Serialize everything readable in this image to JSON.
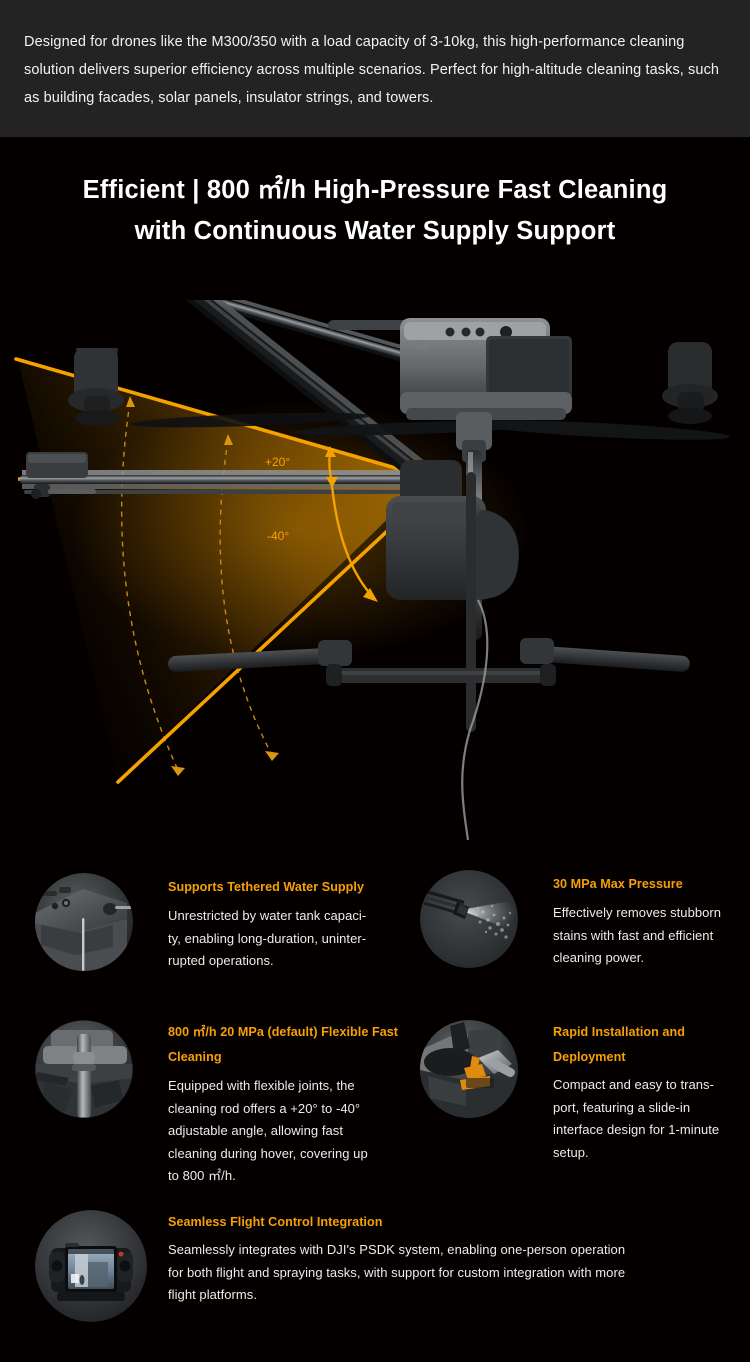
{
  "intro": {
    "paragraph": "Designed for drones like the M300/350 with a load capacity of 3-10kg, this high-performance cleaning solution delivers superior efficiency across multiple scenarios. Perfect for high-altitude cleaning tasks, such as building facades, solar panels, insulator strings, and towers."
  },
  "headline": {
    "line1": "Efficient | 800 ㎡/h High-Pressure Fast Cleaning",
    "line2": "with Continuous Water Supply Support"
  },
  "hero": {
    "alt": "DJI M300/350 drone with high-pressure cleaning rod payload",
    "angle_up_label": "+20°",
    "angle_down_label": "-40°",
    "accent_color": "#f5a200",
    "dotted_reference_color": "#f0a000"
  },
  "features": [
    {
      "id": "tethered-water-supply",
      "icon": "water-inlet-port-photo",
      "title": "Supports Tethered Water Supply",
      "body": "Unrestricted by water tank capaci-\nty, enabling long-duration, uninter-\nrupted operations."
    },
    {
      "id": "max-pressure",
      "icon": "spray-nozzle-photo",
      "title": "30 MPa Max Pressure",
      "body": "Effectively removes stubborn\nstains with fast and efficient\ncleaning power."
    },
    {
      "id": "flexible-fast-cleaning",
      "icon": "flexible-joint-photo",
      "title": "800 ㎡/h 20 MPa (default) Flexible Fast Cleaning",
      "body": "Equipped with flexible joints, the\ncleaning rod offers a +20° to -40°\nadjustable angle, allowing fast\ncleaning during hover, covering up\nto 800 ㎡/h."
    },
    {
      "id": "rapid-installation",
      "icon": "quick-release-latch-photo",
      "title": "Rapid Installation and Deployment",
      "body": "Compact and easy to trans-\nport, featuring a slide-in\ninterface design for 1-minute\nsetup."
    },
    {
      "id": "flight-control-integration",
      "icon": "remote-controller-photo",
      "title": "Seamless Flight Control Integration",
      "body": "Seamlessly integrates with DJI's PSDK system, enabling one-person operation\nfor both flight and spraying tasks, with support for custom integration with more\nflight platforms."
    }
  ],
  "colors": {
    "page_background": "#040000",
    "intro_band": "#232323",
    "accent_orange": "#f6a005",
    "body_text": "#ececec",
    "headline_text": "#ffffff"
  }
}
